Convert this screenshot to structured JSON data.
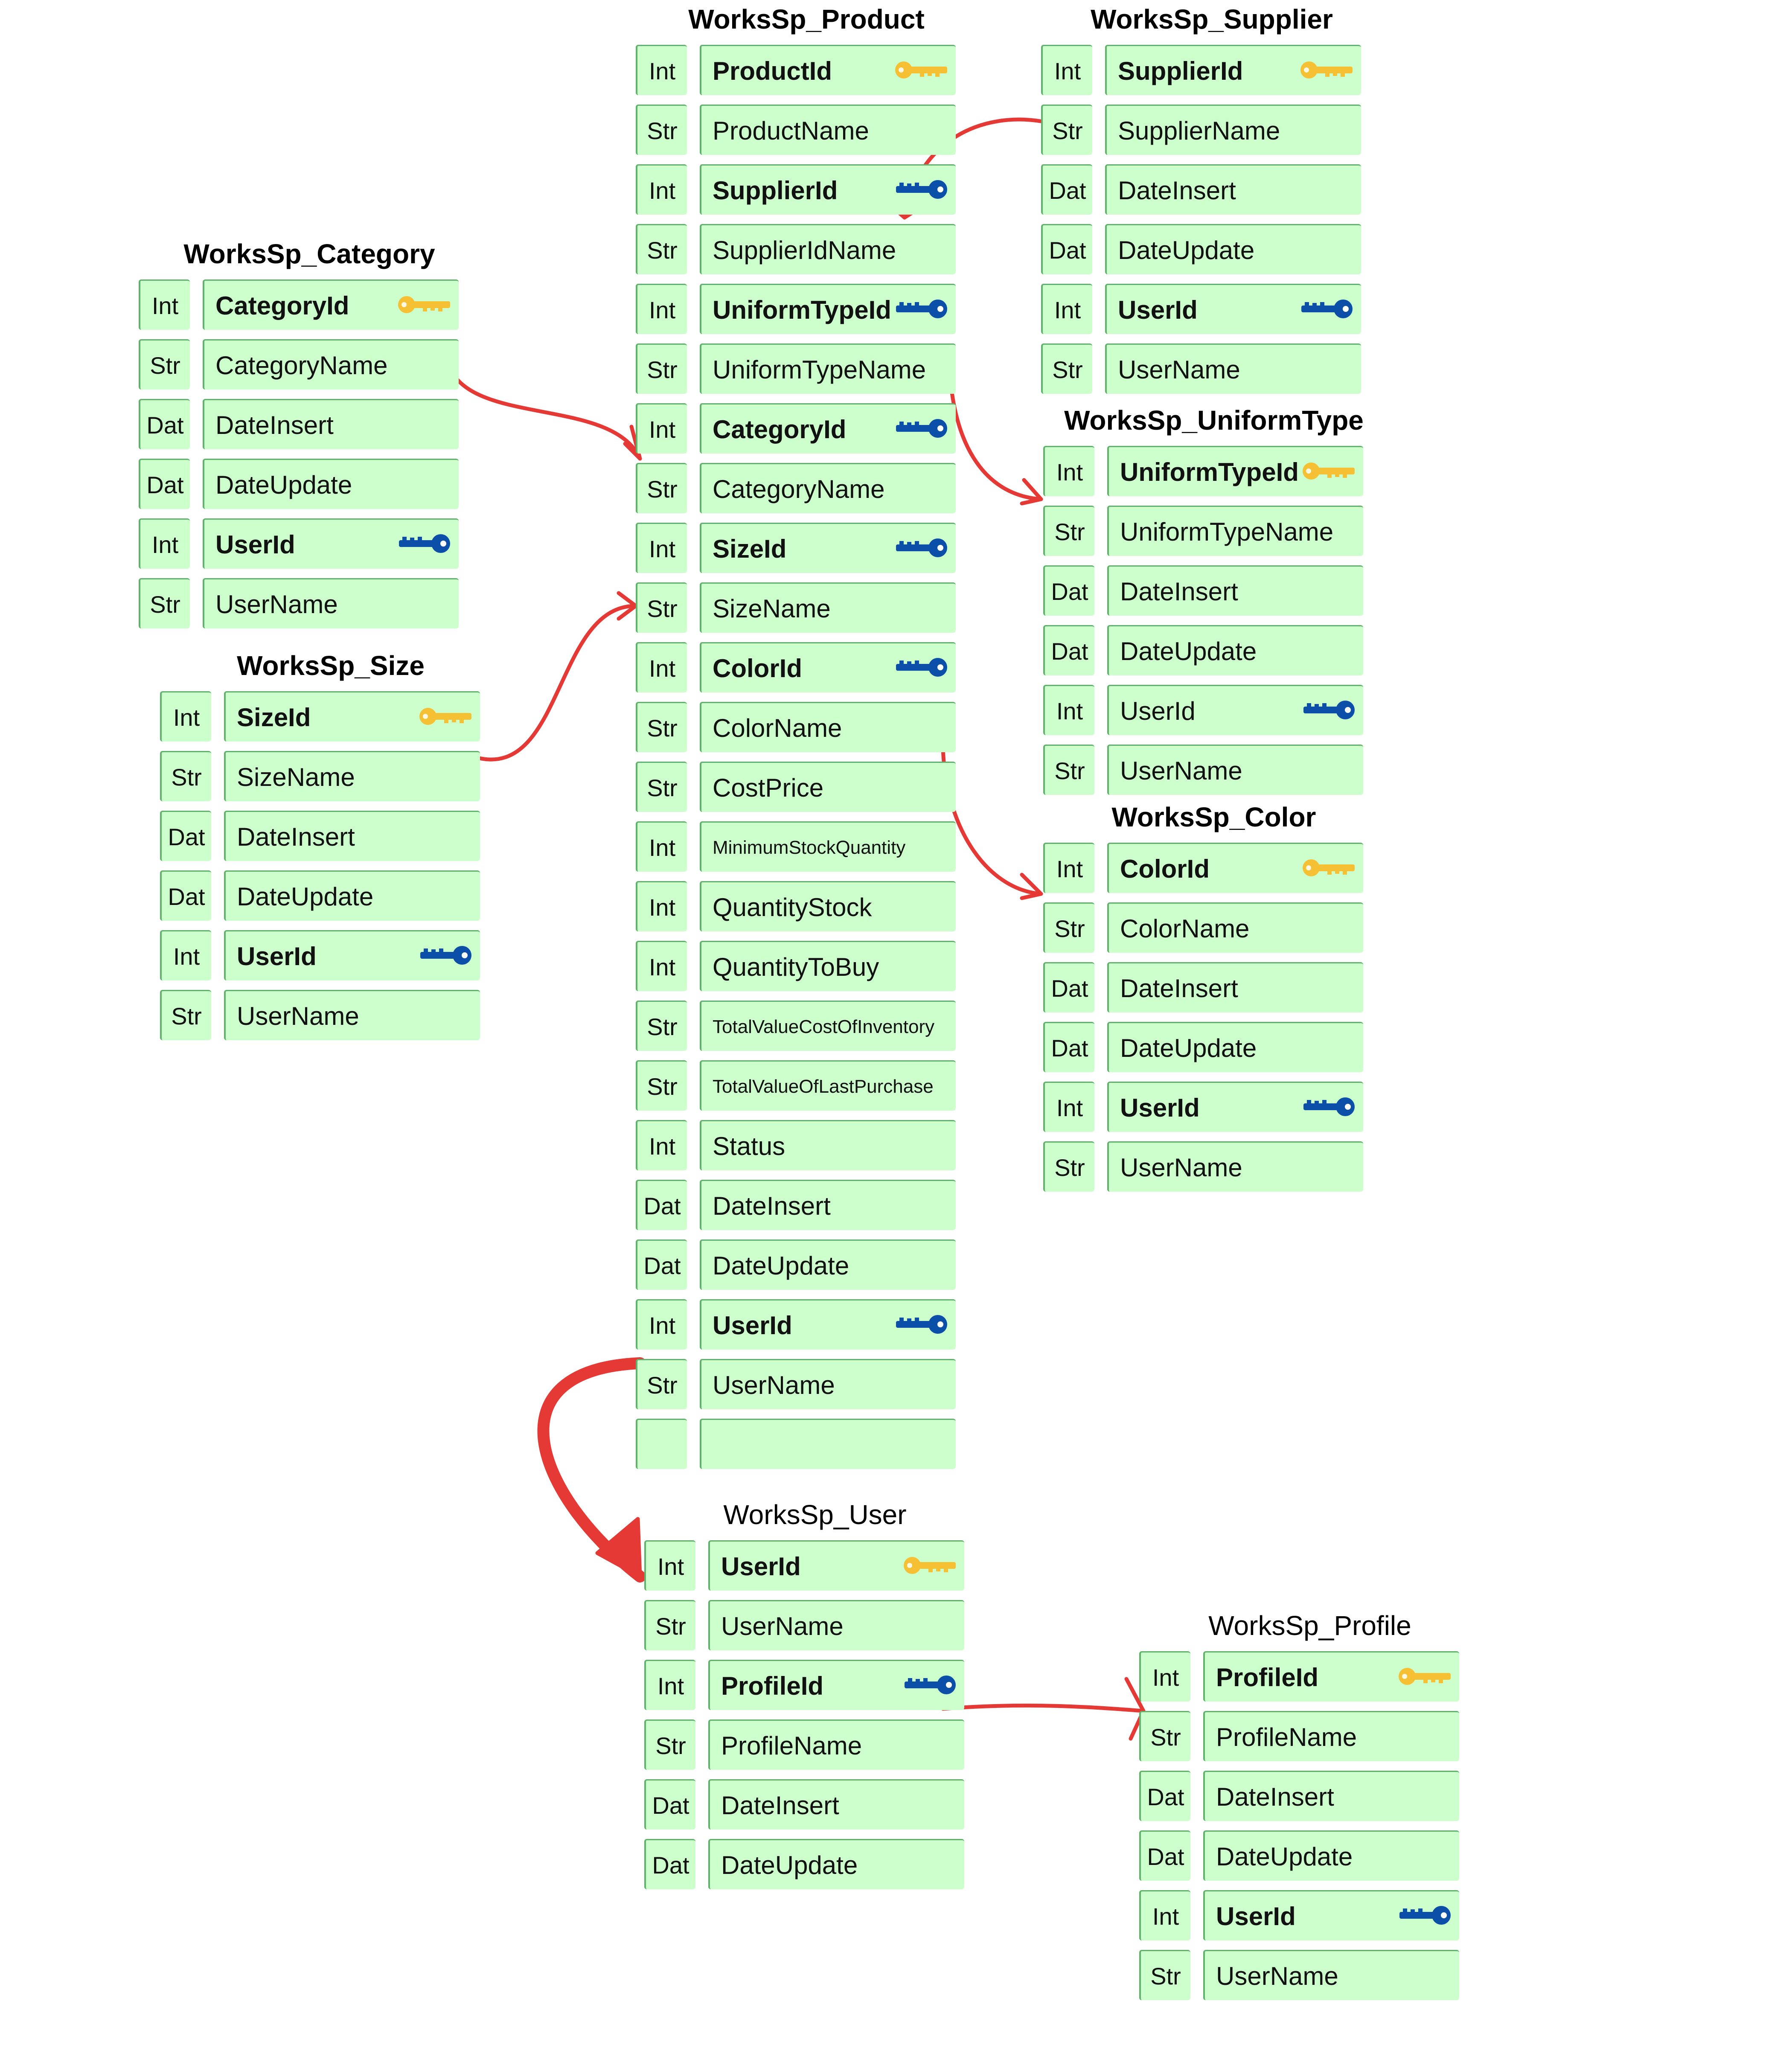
{
  "colors": {
    "field_bg": "#ccffcc",
    "field_border": "#5fb36a",
    "primary_key_icon": "#f5c034",
    "foreign_key_icon": "#0b4fa8",
    "arrow": "#e53935"
  },
  "tables": [
    {
      "id": "product",
      "title": "WorksSp_Product",
      "bold": true,
      "rows": [
        {
          "type": "Int",
          "name": "ProductId",
          "key": "primary-key"
        },
        {
          "type": "Str",
          "name": "ProductName"
        },
        {
          "type": "Int",
          "name": "SupplierId",
          "key": "foreign-key"
        },
        {
          "type": "Str",
          "name": "SupplierIdName"
        },
        {
          "type": "Int",
          "name": "UniformTypeId",
          "key": "foreign-key"
        },
        {
          "type": "Str",
          "name": "UniformTypeName"
        },
        {
          "type": "Int",
          "name": "CategoryId",
          "key": "foreign-key"
        },
        {
          "type": "Str",
          "name": "CategoryName"
        },
        {
          "type": "Int",
          "name": "SizeId",
          "key": "foreign-key"
        },
        {
          "type": "Str",
          "name": "SizeName"
        },
        {
          "type": "Int",
          "name": "ColorId",
          "key": "foreign-key"
        },
        {
          "type": "Str",
          "name": "ColorName"
        },
        {
          "type": "Str",
          "name": "CostPrice"
        },
        {
          "type": "Int",
          "name": "MinimumStockQuantity",
          "small": true
        },
        {
          "type": "Int",
          "name": "QuantityStock"
        },
        {
          "type": "Int",
          "name": "QuantityToBuy"
        },
        {
          "type": "Str",
          "name": "TotalValueCostOfInventory",
          "small": true
        },
        {
          "type": "Str",
          "name": "TotalValueOfLastPurchase",
          "small": true
        },
        {
          "type": "Int",
          "name": "Status"
        },
        {
          "type": "Dat",
          "name": "DateInsert"
        },
        {
          "type": "Dat",
          "name": "DateUpdate"
        },
        {
          "type": "Int",
          "name": "UserId",
          "key": "foreign-key"
        },
        {
          "type": "Str",
          "name": "UserName"
        },
        {
          "type": "",
          "name": ""
        }
      ]
    },
    {
      "id": "supplier",
      "title": "WorksSp_Supplier",
      "bold": true,
      "rows": [
        {
          "type": "Int",
          "name": "SupplierId",
          "key": "primary-key"
        },
        {
          "type": "Str",
          "name": "SupplierName"
        },
        {
          "type": "Dat",
          "name": "DateInsert"
        },
        {
          "type": "Dat",
          "name": "DateUpdate"
        },
        {
          "type": "Int",
          "name": "UserId",
          "key": "foreign-key"
        },
        {
          "type": "Str",
          "name": "UserName"
        }
      ]
    },
    {
      "id": "category",
      "title": "WorksSp_Category",
      "bold": true,
      "rows": [
        {
          "type": "Int",
          "name": "CategoryId",
          "key": "primary-key"
        },
        {
          "type": "Str",
          "name": "CategoryName"
        },
        {
          "type": "Dat",
          "name": "DateInsert"
        },
        {
          "type": "Dat",
          "name": "DateUpdate"
        },
        {
          "type": "Int",
          "name": "UserId",
          "key": "foreign-key"
        },
        {
          "type": "Str",
          "name": "UserName"
        }
      ]
    },
    {
      "id": "size",
      "title": "WorksSp_Size",
      "bold": true,
      "rows": [
        {
          "type": "Int",
          "name": "SizeId",
          "key": "primary-key"
        },
        {
          "type": "Str",
          "name": "SizeName"
        },
        {
          "type": "Dat",
          "name": "DateInsert"
        },
        {
          "type": "Dat",
          "name": "DateUpdate"
        },
        {
          "type": "Int",
          "name": "UserId",
          "key": "foreign-key"
        },
        {
          "type": "Str",
          "name": "UserName"
        }
      ]
    },
    {
      "id": "uniformtype",
      "title": "WorksSp_UniformType",
      "bold": true,
      "rows": [
        {
          "type": "Int",
          "name": "UniformTypeId",
          "key": "primary-key"
        },
        {
          "type": "Str",
          "name": "UniformTypeName"
        },
        {
          "type": "Dat",
          "name": "DateInsert"
        },
        {
          "type": "Dat",
          "name": "DateUpdate"
        },
        {
          "type": "Int",
          "name": "UserId",
          "key": "foreign-key",
          "plain": true
        },
        {
          "type": "Str",
          "name": "UserName"
        }
      ]
    },
    {
      "id": "color",
      "title": "WorksSp_Color",
      "bold": true,
      "rows": [
        {
          "type": "Int",
          "name": "ColorId",
          "key": "primary-key"
        },
        {
          "type": "Str",
          "name": "ColorName"
        },
        {
          "type": "Dat",
          "name": "DateInsert"
        },
        {
          "type": "Dat",
          "name": "DateUpdate"
        },
        {
          "type": "Int",
          "name": "UserId",
          "key": "foreign-key"
        },
        {
          "type": "Str",
          "name": "UserName"
        }
      ]
    },
    {
      "id": "user",
      "title": "WorksSp_User",
      "bold": false,
      "rows": [
        {
          "type": "Int",
          "name": "UserId",
          "key": "primary-key"
        },
        {
          "type": "Str",
          "name": "UserName",
          "plain": true
        },
        {
          "type": "Int",
          "name": "ProfileId",
          "key": "foreign-key"
        },
        {
          "type": "Str",
          "name": "ProfileName"
        },
        {
          "type": "Dat",
          "name": "DateInsert"
        },
        {
          "type": "Dat",
          "name": "DateUpdate"
        }
      ]
    },
    {
      "id": "profile",
      "title": "WorksSp_Profile",
      "bold": false,
      "rows": [
        {
          "type": "Int",
          "name": "ProfileId",
          "key": "primary-key"
        },
        {
          "type": "Str",
          "name": "ProfileName"
        },
        {
          "type": "Dat",
          "name": "DateInsert"
        },
        {
          "type": "Dat",
          "name": "DateUpdate"
        },
        {
          "type": "Int",
          "name": "UserId",
          "key": "foreign-key"
        },
        {
          "type": "Str",
          "name": "UserName"
        }
      ]
    }
  ],
  "relationships": [
    {
      "from": "supplier.SupplierId",
      "to": "product.SupplierId"
    },
    {
      "from": "category.CategoryId",
      "to": "product.CategoryId"
    },
    {
      "from": "size.SizeId",
      "to": "product.SizeId"
    },
    {
      "from": "product.UniformTypeId",
      "to": "uniformtype.UniformTypeId"
    },
    {
      "from": "product.ColorId",
      "to": "color.ColorId"
    },
    {
      "from": "product.UserId",
      "to": "user.UserId"
    },
    {
      "from": "user.ProfileId",
      "to": "profile.ProfileId"
    }
  ]
}
